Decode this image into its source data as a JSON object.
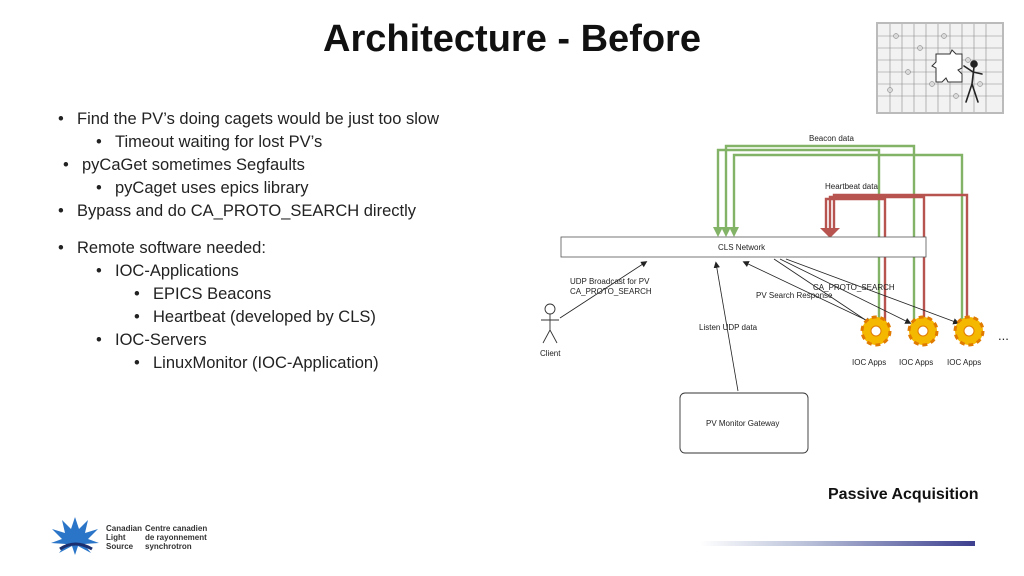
{
  "slide": {
    "title": "Architecture - Before",
    "caption": "Passive Acquisition"
  },
  "bullets": [
    {
      "level": 1,
      "text": "Find the PV’s doing cagets would be just too slow"
    },
    {
      "level": 2,
      "text": "Timeout waiting for lost PV’s"
    },
    {
      "level": 1,
      "text": "pyCaGet sometimes Segfaults"
    },
    {
      "level": 2,
      "text": "pyCaget uses epics library"
    },
    {
      "level": 1,
      "text": "Bypass and do CA_PROTO_SEARCH directly"
    },
    {
      "level": 1,
      "text": "Remote software needed:"
    },
    {
      "level": 2,
      "text": "IOC-Applications"
    },
    {
      "level": 3,
      "text": "EPICS Beacons"
    },
    {
      "level": 3,
      "text": "Heartbeat (developed by CLS)"
    },
    {
      "level": 2,
      "text": "IOC-Servers"
    },
    {
      "level": 3,
      "text": "LinuxMonitor (IOC-Application)"
    }
  ],
  "diagram": {
    "beacon_label": "Beacon  data",
    "heartbeat_label": "Heartbeat  data",
    "network_label": "CLS Network",
    "udp_label_line1": "UDP Broadcast for PV",
    "udp_label_line2": "CA_PROTO_SEARCH",
    "ca_proto_label": "CA_PROTO_SEARCH",
    "pv_search_label": "PV Search Response",
    "listen_label": "Listen UDP data",
    "client_label": "Client",
    "ioc_labels": [
      "IOC Apps",
      "IOC Apps",
      "IOC Apps"
    ],
    "ellipsis": "...",
    "gateway_label": "PV Monitor Gateway",
    "colors": {
      "beacon": "#82b366",
      "heartbeat": "#b85450",
      "gear": "#f5b800"
    }
  },
  "logo": {
    "line1_en": "Canadian",
    "line2_en": "Light",
    "line3_en": "Source",
    "line1_fr": "Centre canadien",
    "line2_fr": "de rayonnement",
    "line3_fr": "synchrotron"
  }
}
